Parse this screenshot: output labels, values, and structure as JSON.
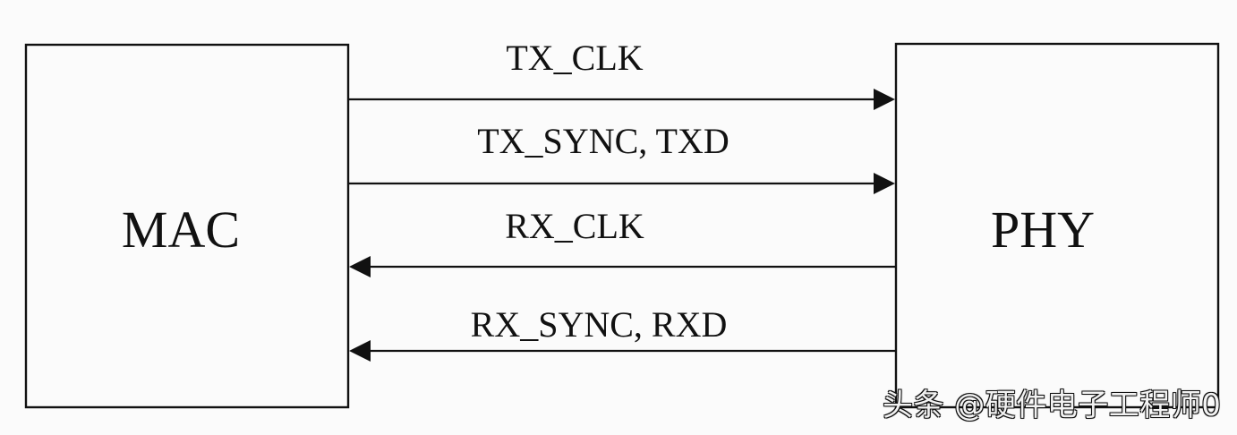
{
  "diagram": {
    "mac_label": "MAC",
    "phy_label": "PHY",
    "signals": {
      "tx_clk": "TX_CLK",
      "tx_sync_txd": "TX_SYNC, TXD",
      "rx_clk": "RX_CLK",
      "rx_sync_rxd": "RX_SYNC, RXD"
    }
  },
  "watermark": {
    "text": "头条 @硬件电子工程师0"
  }
}
